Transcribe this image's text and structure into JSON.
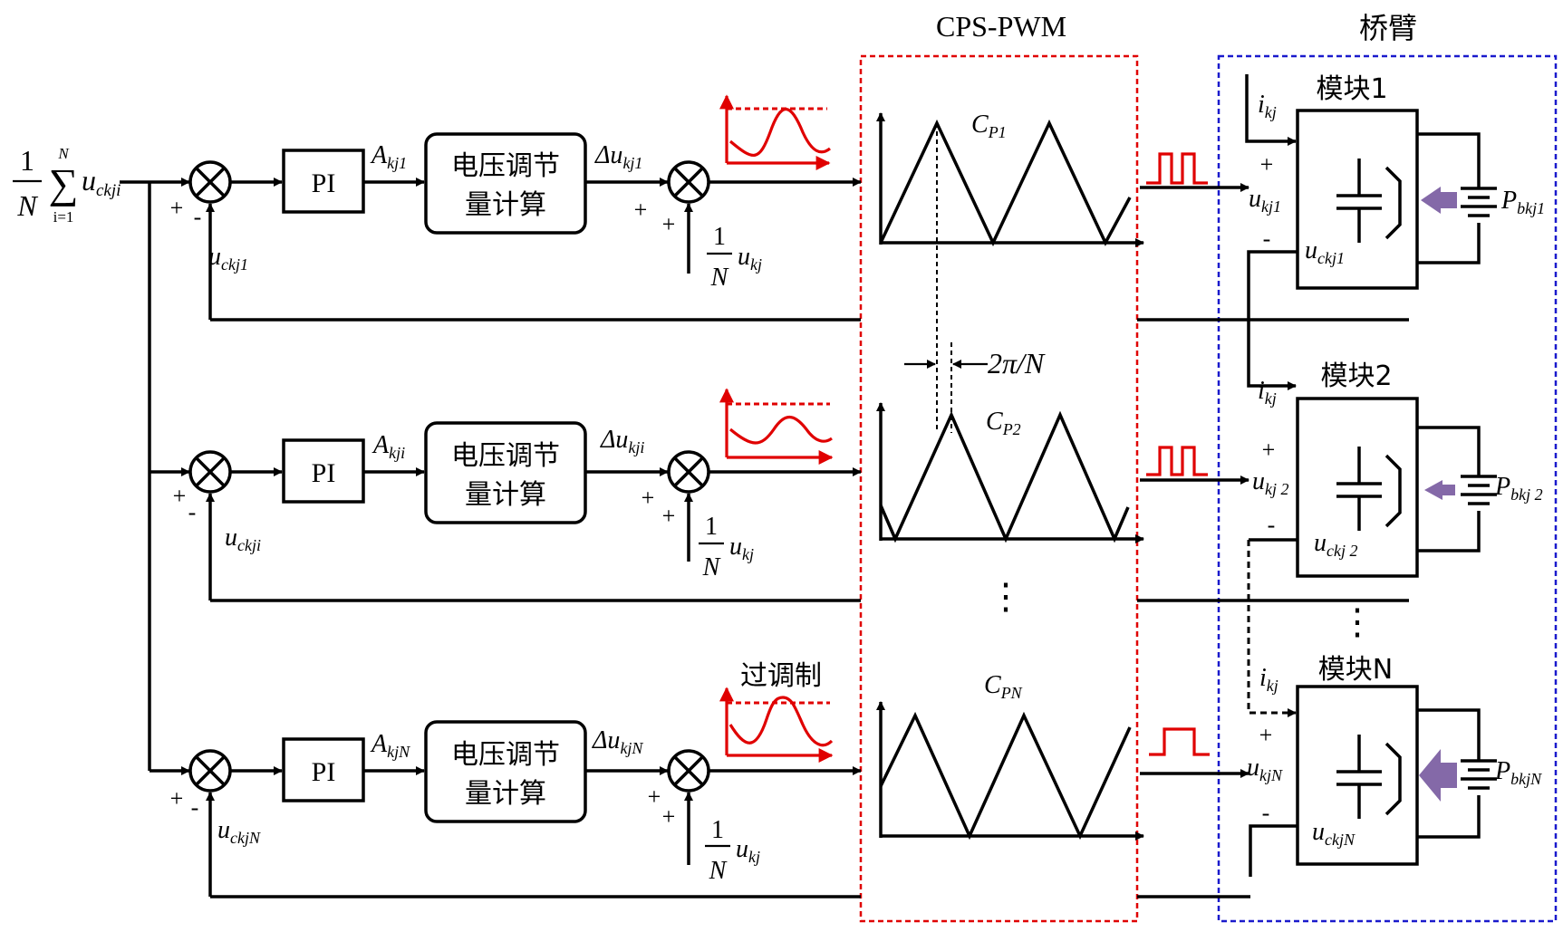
{
  "header": {
    "cps_title": "CPS-PWM",
    "arm_title": "桥臂"
  },
  "input": {
    "frac_num": "1",
    "frac_den": "N",
    "sum_upper": "N",
    "sum_lower": "i=1",
    "var": "u",
    "var_sub": "ckji"
  },
  "rows": [
    {
      "pi_label": "PI",
      "a_main": "A",
      "a_sub": "kj1",
      "calc_line1": "电压调节",
      "calc_line2": "量计算",
      "du_main": "Δu",
      "du_sub": "kj1",
      "fb_main": "u",
      "fb_sub": "ckj1",
      "ref_num": "1",
      "ref_den": "N",
      "ref_var": "u",
      "ref_sub": "kj",
      "carrier_main": "C",
      "carrier_sub": "P1",
      "module_title": "模块1",
      "i_main": "i",
      "i_sub": "kj",
      "u_main": "u",
      "u_sub": "kj1",
      "uc_main": "u",
      "uc_sub": "ckj1",
      "p_main": "P",
      "p_sub": "bkj1"
    },
    {
      "pi_label": "PI",
      "a_main": "A",
      "a_sub": "kji",
      "calc_line1": "电压调节",
      "calc_line2": "量计算",
      "du_main": "Δu",
      "du_sub": "kji",
      "fb_main": "u",
      "fb_sub": "ckji",
      "ref_num": "1",
      "ref_den": "N",
      "ref_var": "u",
      "ref_sub": "kj",
      "carrier_main": "C",
      "carrier_sub": "P2",
      "module_title": "模块2",
      "i_main": "i",
      "i_sub": "kj",
      "u_main": "u",
      "u_sub": "kj 2",
      "uc_main": "u",
      "uc_sub": "ckj 2",
      "p_main": "P",
      "p_sub": "bkj 2"
    },
    {
      "pi_label": "PI",
      "a_main": "A",
      "a_sub": "kjN",
      "calc_line1": "电压调节",
      "calc_line2": "量计算",
      "du_main": "Δu",
      "du_sub": "kjN",
      "fb_main": "u",
      "fb_sub": "ckjN",
      "ref_num": "1",
      "ref_den": "N",
      "ref_var": "u",
      "ref_sub": "kj",
      "carrier_main": "C",
      "carrier_sub": "PN",
      "module_title": "模块N",
      "i_main": "i",
      "i_sub": "kj",
      "u_main": "u",
      "u_sub": "kjN",
      "uc_main": "u",
      "uc_sub": "ckjN",
      "p_main": "P",
      "p_sub": "bkjN"
    }
  ],
  "signs": {
    "plus": "+",
    "minus": "-"
  },
  "phase_shift": "2π/N",
  "overmod_label": "过调制",
  "ellipsis": "⋮",
  "colors": {
    "red": "#e00000",
    "blue": "#1a1acc",
    "arrow_purple": "#8469a8"
  }
}
